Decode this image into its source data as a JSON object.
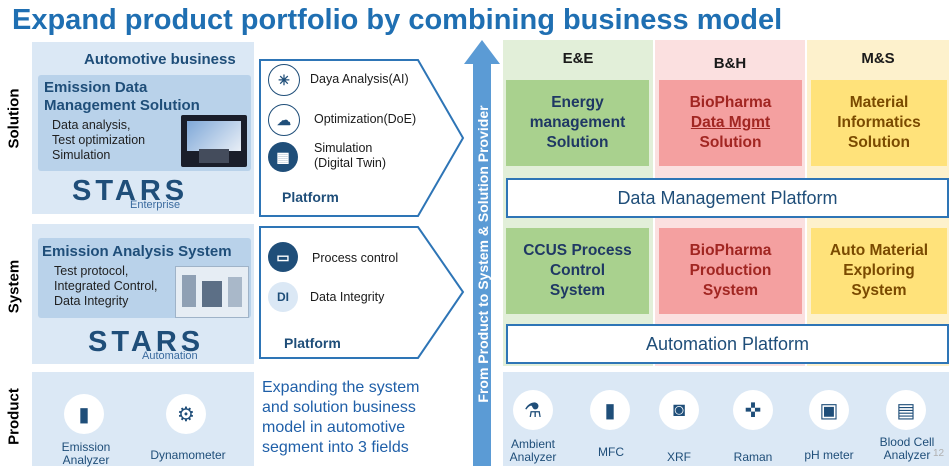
{
  "title": "Expand product portfolio by combining business model",
  "row_labels": {
    "solution": "Solution",
    "system": "System",
    "product": "Product"
  },
  "automotive": {
    "heading": "Automotive business",
    "solution_card": {
      "title_line1": "Emission Data",
      "title_line2": "Management Solution",
      "items": [
        "Data analysis,",
        "Test optimization",
        "Simulation"
      ]
    },
    "solution_logo": {
      "main": "STARS",
      "sub": "Enterprise"
    },
    "system_card": {
      "title": "Emission Analysis System",
      "items": [
        "Test protocol,",
        "Integrated Control,",
        "Data Integrity"
      ]
    },
    "system_logo": {
      "main": "STARS",
      "sub": "Automation"
    }
  },
  "platforms": {
    "solution": {
      "features": [
        {
          "label": "Daya Analysis(AI)",
          "icon": "network-icon"
        },
        {
          "label": "Optimization(DoE)",
          "icon": "cloud-icon"
        },
        {
          "label": "Simulation",
          "label2": "(Digital Twin)",
          "icon": "dashboard-icon"
        }
      ],
      "label": "Platform"
    },
    "system": {
      "features": [
        {
          "label": "Process control",
          "icon": "monitor-icon"
        },
        {
          "label": "Data Integrity",
          "icon_text": "DI"
        }
      ],
      "label": "Platform"
    }
  },
  "expand_text": [
    "Expanding the system",
    "and solution business",
    "model in automotive",
    "segment into 3 fields"
  ],
  "products_left": [
    {
      "label1": "Emission",
      "label2": "Analyzer",
      "icon": "analyzer-icon"
    },
    {
      "label1": "Dynamometer",
      "label2": "",
      "icon": "dynamometer-icon"
    }
  ],
  "arrow_text": "From Product to System & Solution Provider",
  "columns": [
    {
      "head": "E&E",
      "solution": [
        "Energy",
        "management",
        "Solution"
      ],
      "system": [
        "CCUS Process",
        "Control",
        "System"
      ]
    },
    {
      "head": "B&H",
      "solution": [
        "BioPharma",
        "Data Mgmt",
        "Solution"
      ],
      "system": [
        "BioPharma",
        "Production",
        "System"
      ]
    },
    {
      "head": "M&S",
      "solution": [
        "Material",
        "Informatics",
        "Solution"
      ],
      "system": [
        "Auto Material",
        "Exploring",
        "System"
      ]
    }
  ],
  "data_platform": "Data Management Platform",
  "automation_platform": "Automation Platform",
  "products_right": [
    {
      "label1": "Ambient",
      "label2": "Analyzer",
      "icon": "microscope-icon"
    },
    {
      "label1": "MFC",
      "label2": "",
      "icon": "mfc-icon"
    },
    {
      "label1": "XRF",
      "label2": "",
      "icon": "xrf-icon"
    },
    {
      "label1": "Raman",
      "label2": "",
      "icon": "raman-icon"
    },
    {
      "label1": "pH meter",
      "label2": "",
      "icon": "ph-meter-icon"
    },
    {
      "label1": "Blood Cell",
      "label2": "Analyzer",
      "icon": "blood-analyzer-icon"
    }
  ],
  "page_number": "12",
  "colors": {
    "accent": "#1f6fb2",
    "green": "#a9d18e",
    "red": "#f4a0a0",
    "yellow": "#ffe27a"
  }
}
